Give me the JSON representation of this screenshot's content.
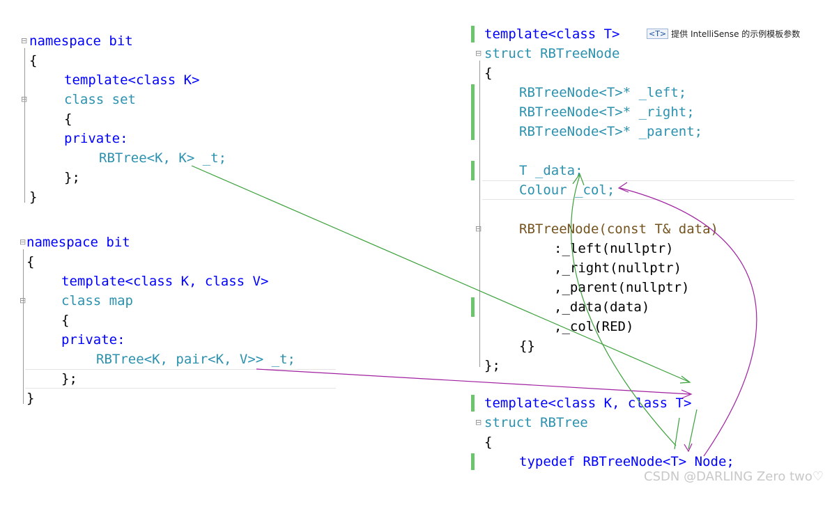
{
  "set_block": {
    "lines": [
      "namespace bit",
      "{",
      "template<class K>",
      "class set",
      "{",
      "private:",
      "RBTree<K, K> _t;",
      "};",
      "}"
    ]
  },
  "map_block": {
    "lines": [
      "namespace bit",
      "{",
      "template<class K, class V>",
      "class map",
      "{",
      "private:",
      "RBTree<K, pair<K, V>> _t;",
      "};",
      "}"
    ]
  },
  "node_block": {
    "lines": [
      "template<class T>",
      "struct RBTreeNode",
      "{",
      "RBTreeNode<T>* _left;",
      "RBTreeNode<T>* _right;",
      "RBTreeNode<T>* _parent;",
      "",
      "T _data;",
      "Colour _col;",
      "",
      "RBTreeNode(const T& data)",
      ":_left(nullptr)",
      ",_right(nullptr)",
      ",_parent(nullptr)",
      ",_data(data)",
      ",_col(RED)",
      "{}",
      "};"
    ]
  },
  "tree_block": {
    "lines": [
      "template<class K, class T>",
      "struct RBTree",
      "{",
      "typedef RBTreeNode<T> Node;"
    ]
  },
  "tooltip": {
    "badge": "<T>",
    "text": "提供 IntelliSense 的示例模板参数"
  },
  "watermark": "CSDN @DARLING Zero two♡",
  "colors": {
    "keyword": "#0000ff",
    "type": "#2b91af",
    "function": "#74531f",
    "param": "#808080",
    "change_bar": "#6cc56c",
    "arrow_green": "#3aa03a",
    "arrow_purple": "#a020a0"
  }
}
